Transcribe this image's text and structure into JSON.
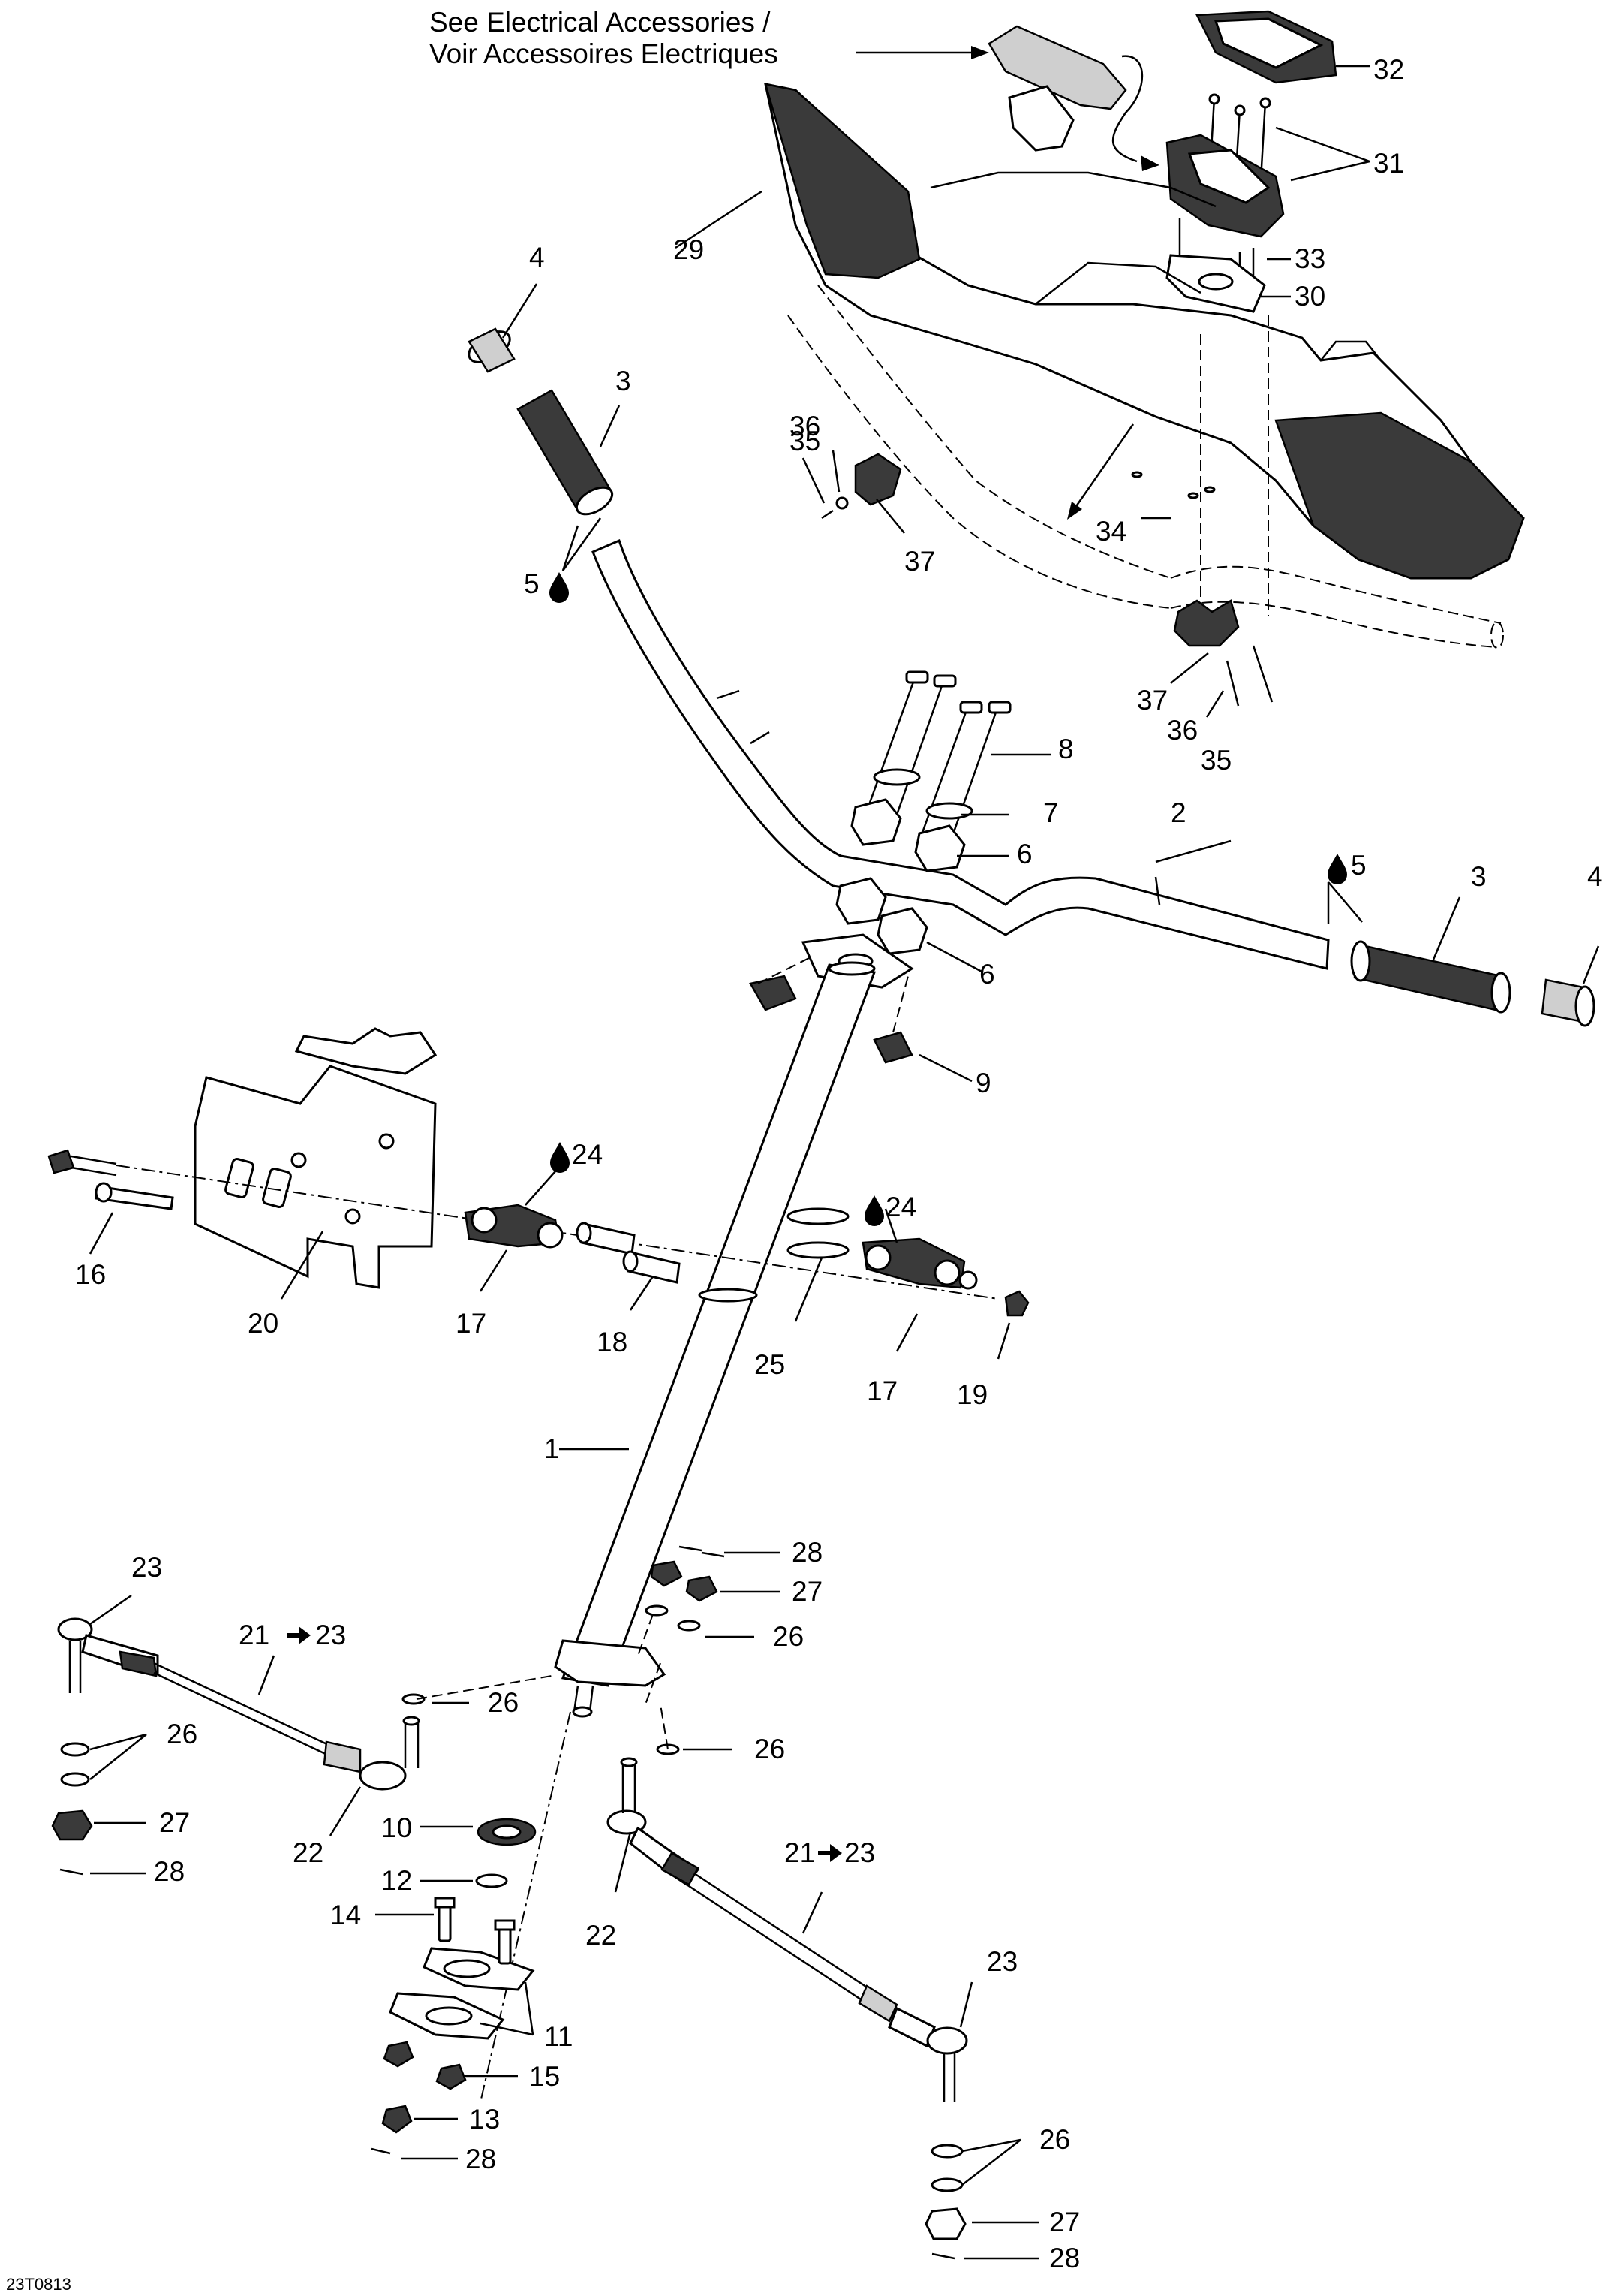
{
  "diagram": {
    "reference_code": "23T0813",
    "note": {
      "line1": "See Electrical Accessories  /",
      "line2": "Voir Accessoires Electriques"
    },
    "callouts": {
      "c1": "1",
      "c2": "2",
      "c3a": "3",
      "c3b": "3",
      "c4a": "4",
      "c4b": "4",
      "c5a": "5",
      "c5b": "5",
      "c6a": "6",
      "c6b": "6",
      "c7": "7",
      "c8": "8",
      "c9": "9",
      "c10": "10",
      "c11": "11",
      "c12": "12",
      "c13": "13",
      "c14": "14",
      "c15": "15",
      "c16": "16",
      "c17a": "17",
      "c17b": "17",
      "c18": "18",
      "c19": "19",
      "c20": "20",
      "c21a": "21",
      "c23a": "23",
      "c21b": "21",
      "c23b": "23",
      "c22a": "22",
      "c22b": "22",
      "c23c": "23",
      "c23d": "23",
      "c24a": "24",
      "c24b": "24",
      "c25": "25",
      "c26a": "26",
      "c26b": "26",
      "c26c": "26",
      "c26d": "26",
      "c26e": "26",
      "c27a": "27",
      "c27b": "27",
      "c27c": "27",
      "c28a": "28",
      "c28b": "28",
      "c28c": "28",
      "c28d": "28",
      "c29": "29",
      "c30": "30",
      "c31": "31",
      "c32": "32",
      "c33": "33",
      "c34": "34",
      "c35a": "35",
      "c35b": "35",
      "c36a": "36",
      "c36b": "36",
      "c37a": "37",
      "c37b": "37"
    }
  }
}
